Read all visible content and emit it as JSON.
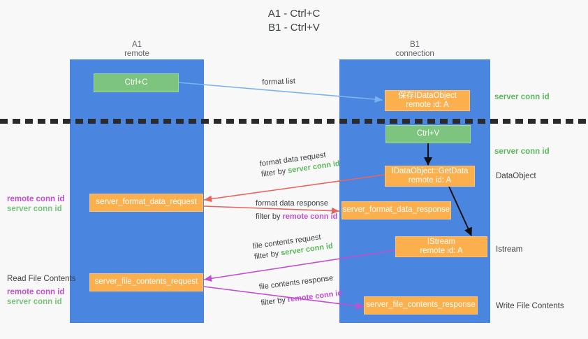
{
  "title": "A1 - Ctrl+C\nB1 - Ctrl+V",
  "lanes": [
    {
      "name": "a1",
      "header": "A1\nremote"
    },
    {
      "name": "b1",
      "header": "B1\nconnection"
    }
  ],
  "colors": {
    "lane": "#4a86e0",
    "green_box": "#7dc47f",
    "orange_box": "#fbb04d",
    "background": "#f8f8f8",
    "server_conn": "#5cb85c",
    "remote_conn": "#c14fd0",
    "arrow_blue": "#7cb3ec",
    "arrow_red": "#e8645a",
    "arrow_magenta": "#c14fd0",
    "arrow_black": "#111111",
    "separator": "#2b2b2b"
  },
  "nodes": {
    "ctrl_c": "Ctrl+C",
    "ctrl_v": "Ctrl+V",
    "save_idataobject": "保存IDataObject\nremote id: A",
    "idataobject_getdata": "IDataObject::GetData\nremote id: A",
    "istream": "IStream\nremote id: A",
    "server_format_data_request": "server_format_data_request",
    "server_format_data_response": "server_format_data_response",
    "server_file_contents_request": "server_file_contents_request",
    "server_file_contents_response": "server_file_contents_response"
  },
  "right_labels": {
    "server_conn_id_top": "server conn id",
    "server_conn_id_mid": "server conn id",
    "dataobject": "DataObject",
    "istream": "Istream",
    "write_file_contents": "Write File Contents"
  },
  "left_labels": {
    "read_file_contents": "Read File Contents",
    "remote_conn_id": "remote conn id",
    "server_conn_id": "server conn id"
  },
  "edge_labels": {
    "format_list": "format list",
    "format_data_request": "format data request",
    "format_data_request_filter_prefix": "filter by ",
    "format_data_request_filter_value": "server conn id",
    "format_data_response": "format data response",
    "format_data_response_filter_prefix": "filter by ",
    "format_data_response_filter_value": "remote conn id",
    "file_contents_request": "file contents request",
    "file_contents_request_filter_prefix": "filter by ",
    "file_contents_request_filter_value": "server conn id",
    "file_contents_response": "file contents response",
    "file_contents_response_filter_prefix": "filter by ",
    "file_contents_response_filter_value": "remote conn id"
  }
}
